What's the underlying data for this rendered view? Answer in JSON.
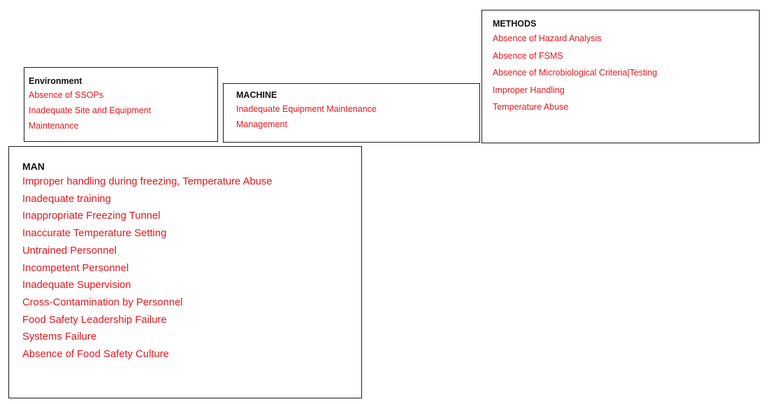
{
  "colors": {
    "item_text": "#e8141b",
    "title_text": "#111111",
    "border": "#1a1a1a",
    "background": "#ffffff"
  },
  "environment": {
    "title": "Environment",
    "items": [
      "Absence of SSOPs",
      "Inadequate Site and Equipment",
      "Maintenance"
    ]
  },
  "machine": {
    "title": "MACHINE",
    "items": [
      "Inadequate Equipment Maintenance",
      "Management"
    ]
  },
  "methods": {
    "title": "METHODS",
    "items": [
      "Absence of Hazard Analysis",
      "Absence of FSMS",
      "Absence of Microbiological Criteria|Testing",
      "Improper Handling",
      "Temperature Abuse"
    ]
  },
  "man": {
    "title": "MAN",
    "items": [
      "Improper handling during freezing, Temperature Abuse",
      "Inadequate training",
      "Inappropriate Freezing Tunnel",
      "Inaccurate Temperature Setting",
      "Untrained Personnel",
      "Incompetent Personnel",
      "Inadequate Supervision",
      "Cross-Contamination by Personnel",
      "Food Safety Leadership Failure",
      "Systems Failure",
      "Absence of Food Safety Culture"
    ]
  }
}
